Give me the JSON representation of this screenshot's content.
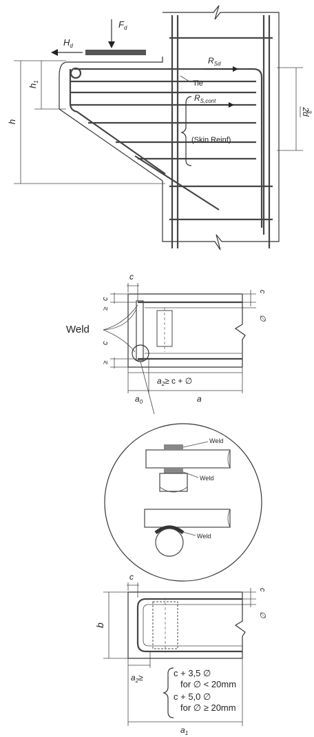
{
  "top": {
    "labels": {
      "F": "F",
      "F_sub": "d",
      "H": "H",
      "H_sub": "d",
      "h1": "h",
      "h1_sub": "1",
      "h": "h",
      "Rsd": "R",
      "Rsd_sub": "Sd",
      "tie": "Tie",
      "Rscont": "R",
      "Rscont_sub": "S,cont",
      "skin": "(Skin Reinf)",
      "twod": "2d",
      "twod_den": "3"
    }
  },
  "middle": {
    "labels": {
      "c_top": "c",
      "c_left1": "c",
      "ge1": "≥",
      "c_left2": "c",
      "ge2": "≥",
      "c_right": "c",
      "phi_right": "∅",
      "weld": "Weld",
      "a2": "a",
      "a2_sub": "2",
      "a2_expr": "≥ c + ∅",
      "a0": "a",
      "a0_sub": "0",
      "a": "a"
    },
    "detail": {
      "weld1": "Weld",
      "weld2": "Weld",
      "weld3": "Weld"
    }
  },
  "bottom": {
    "labels": {
      "c_top": "c",
      "c_right": "c",
      "phi_right": "∅",
      "b": "b",
      "a2": "a",
      "a2_sub": "2",
      "a2_ge": "≥",
      "line1": "c + 3,5 ∅",
      "line2": "for ∅ < 20mm",
      "line3": "c + 5,0 ∅",
      "line4": "for ∅ ≥ 20mm",
      "a1": "a",
      "a1_sub": "1"
    }
  }
}
